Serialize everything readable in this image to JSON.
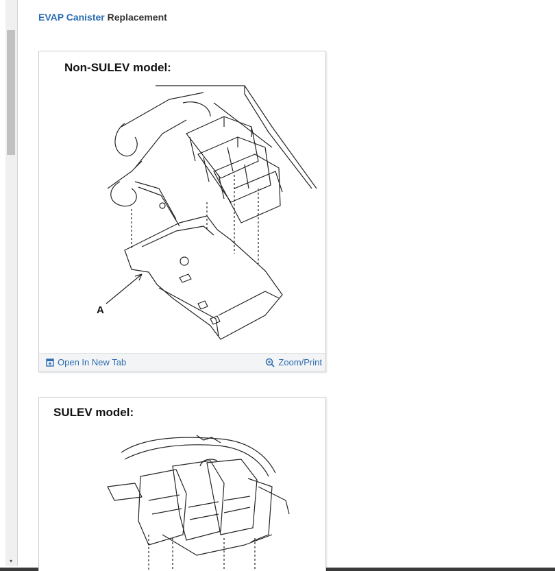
{
  "header": {
    "link_text": "EVAP Canister",
    "rest_text": " Replacement"
  },
  "figures": [
    {
      "title": "Non-SULEV model:",
      "callout": "A",
      "open_label": "Open In New Tab",
      "zoom_label": "Zoom/Print"
    },
    {
      "title": "SULEV model:"
    }
  ],
  "icons": {
    "open": "open-in-new-tab-icon",
    "zoom": "zoom-icon",
    "scroll_down": "▾"
  },
  "colors": {
    "link": "#2b6cb0",
    "text": "#333333"
  }
}
